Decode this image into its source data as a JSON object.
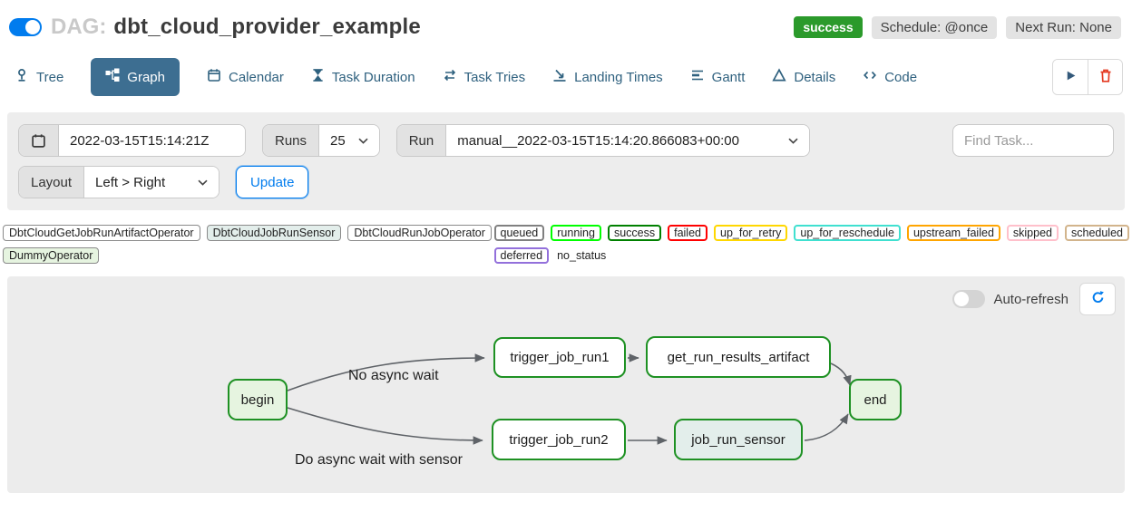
{
  "header": {
    "dag_toggle_on": true,
    "dag_label": "DAG:",
    "dag_title": "dbt_cloud_provider_example",
    "status_badge": "success",
    "schedule_badge": "Schedule: @once",
    "next_run_badge": "Next Run: None"
  },
  "tabs": [
    {
      "label": "Tree",
      "icon": "tree-icon",
      "active": false
    },
    {
      "label": "Graph",
      "icon": "graph-icon",
      "active": true
    },
    {
      "label": "Calendar",
      "icon": "calendar-icon",
      "active": false
    },
    {
      "label": "Task Duration",
      "icon": "hourglass-icon",
      "active": false
    },
    {
      "label": "Task Tries",
      "icon": "repeat-icon",
      "active": false
    },
    {
      "label": "Landing Times",
      "icon": "plane-landing-icon",
      "active": false
    },
    {
      "label": "Gantt",
      "icon": "gantt-icon",
      "active": false
    },
    {
      "label": "Details",
      "icon": "triangle-icon",
      "active": false
    },
    {
      "label": "Code",
      "icon": "code-icon",
      "active": false
    }
  ],
  "filterbar": {
    "base_date_value": "2022-03-15T15:14:21Z",
    "runs_label": "Runs",
    "runs_value": "25",
    "run_label": "Run",
    "run_value": "manual__2022-03-15T15:14:20.866083+00:00",
    "find_task_placeholder": "Find Task...",
    "layout_label": "Layout",
    "layout_value": "Left > Right",
    "update_label": "Update"
  },
  "legend": {
    "operators": [
      {
        "label": "DbtCloudGetJobRunArtifactOperator",
        "fill": "#ffffff"
      },
      {
        "label": "DbtCloudJobRunSensor",
        "fill": "#e3eeeb"
      },
      {
        "label": "DbtCloudRunJobOperator",
        "fill": "#ffffff"
      },
      {
        "label": "DummyOperator",
        "fill": "#e6f4e0"
      }
    ],
    "statuses": [
      {
        "label": "queued",
        "border": "#808080"
      },
      {
        "label": "running",
        "border": "#00ff00"
      },
      {
        "label": "success",
        "border": "#008000"
      },
      {
        "label": "failed",
        "border": "#ff0000"
      },
      {
        "label": "up_for_retry",
        "border": "#ffd700"
      },
      {
        "label": "up_for_reschedule",
        "border": "#40e0d0"
      },
      {
        "label": "upstream_failed",
        "border": "#ffa500"
      },
      {
        "label": "skipped",
        "border": "#ffc0cb"
      },
      {
        "label": "scheduled",
        "border": "#d2b48c"
      },
      {
        "label": "deferred",
        "border": "#9370db"
      },
      {
        "label": "no_status",
        "border": "none"
      }
    ]
  },
  "graph_panel": {
    "auto_refresh_label": "Auto-refresh",
    "auto_refresh_on": false
  },
  "dag": {
    "nodes": [
      {
        "id": "begin",
        "label": "begin",
        "fill": "#e6f4e0",
        "stroke": "#1e9123"
      },
      {
        "id": "trigger_job_run1",
        "label": "trigger_job_run1",
        "fill": "#ffffff",
        "stroke": "#1e9123"
      },
      {
        "id": "get_run_results_artifact",
        "label": "get_run_results_artifact",
        "fill": "#ffffff",
        "stroke": "#1e9123"
      },
      {
        "id": "trigger_job_run2",
        "label": "trigger_job_run2",
        "fill": "#ffffff",
        "stroke": "#1e9123"
      },
      {
        "id": "job_run_sensor",
        "label": "job_run_sensor",
        "fill": "#e3eeeb",
        "stroke": "#1e9123"
      },
      {
        "id": "end",
        "label": "end",
        "fill": "#e6f4e0",
        "stroke": "#1e9123"
      }
    ],
    "edges": [
      {
        "from": "begin",
        "to": "trigger_job_run1",
        "label": "No async wait"
      },
      {
        "from": "begin",
        "to": "trigger_job_run2",
        "label": "Do async wait with sensor"
      },
      {
        "from": "trigger_job_run1",
        "to": "get_run_results_artifact",
        "label": ""
      },
      {
        "from": "trigger_job_run2",
        "to": "job_run_sensor",
        "label": ""
      },
      {
        "from": "get_run_results_artifact",
        "to": "end",
        "label": ""
      },
      {
        "from": "job_run_sensor",
        "to": "end",
        "label": ""
      }
    ]
  },
  "colors": {
    "accent_blue": "#017cee",
    "active_tab": "#3d6e91",
    "success_green": "#2b9a2b",
    "node_border_green": "#1e9123",
    "trash_red": "#e43921",
    "edge_gray": "#5f6368"
  }
}
